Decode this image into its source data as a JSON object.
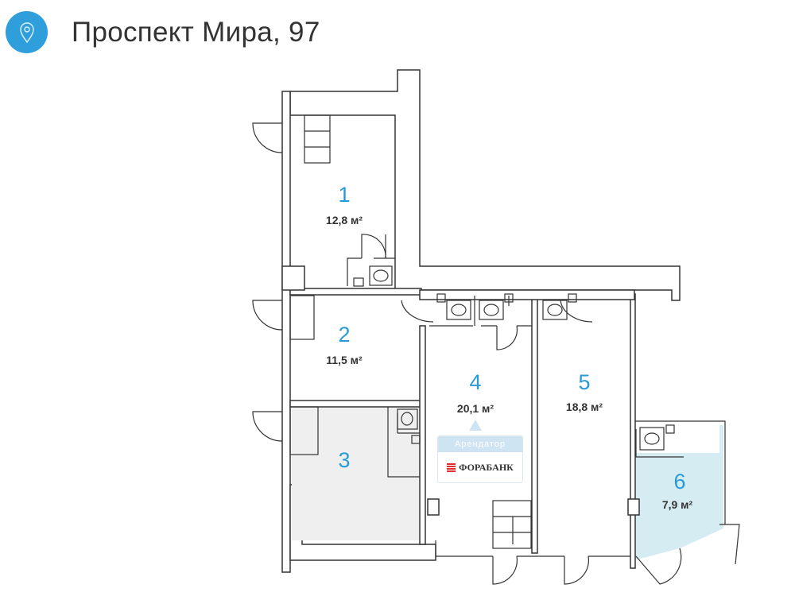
{
  "header": {
    "title": "Проспект Мира, 97",
    "icon": "map-pin-icon"
  },
  "rooms": [
    {
      "number": "1",
      "area": "12,8 м²"
    },
    {
      "number": "2",
      "area": "11,5 м²"
    },
    {
      "number": "3"
    },
    {
      "number": "4",
      "area": "20,1 м²"
    },
    {
      "number": "5",
      "area": "18,8 м²"
    },
    {
      "number": "6",
      "area": "7,9 м²"
    }
  ],
  "tenant": {
    "label": "Арендатор",
    "name": "ФОРАБАНК"
  },
  "colors": {
    "accent": "#2f9fdc",
    "room3_fill": "#efefef",
    "room6_fill": "#d6ecf3"
  }
}
